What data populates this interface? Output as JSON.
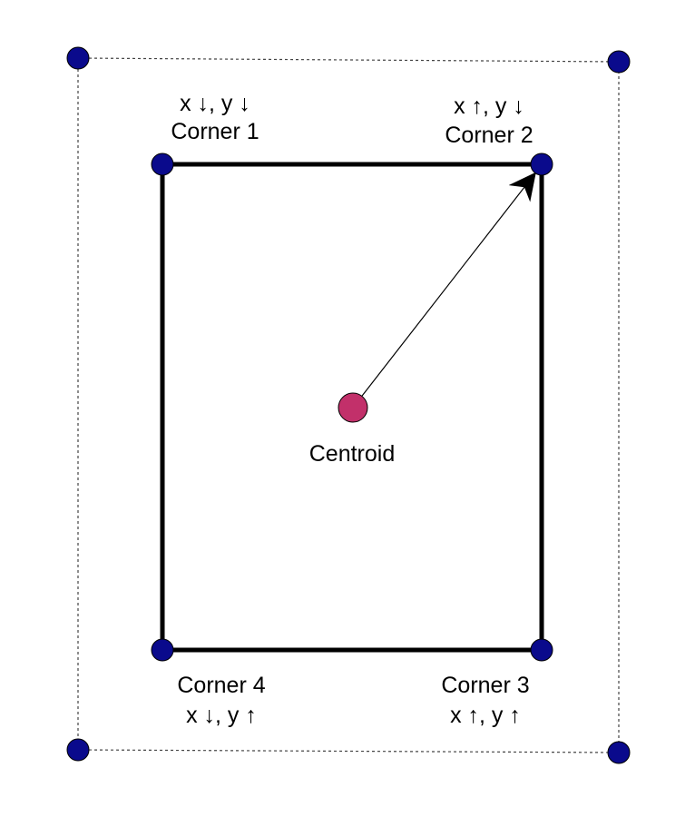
{
  "diagram": {
    "colors": {
      "corner_point": "#0a0a8c",
      "centroid_point": "#c2306a",
      "rectangle_stroke": "#000000",
      "outer_box_stroke": "#444444"
    },
    "corners": [
      {
        "name": "Corner 1",
        "direction": "x ↓, y ↓"
      },
      {
        "name": "Corner 2",
        "direction": "x ↑, y ↓"
      },
      {
        "name": "Corner 3",
        "direction": "x ↑, y ↑"
      },
      {
        "name": "Corner 4",
        "direction": "x ↓, y ↑"
      }
    ],
    "centroid": {
      "label": "Centroid"
    }
  }
}
